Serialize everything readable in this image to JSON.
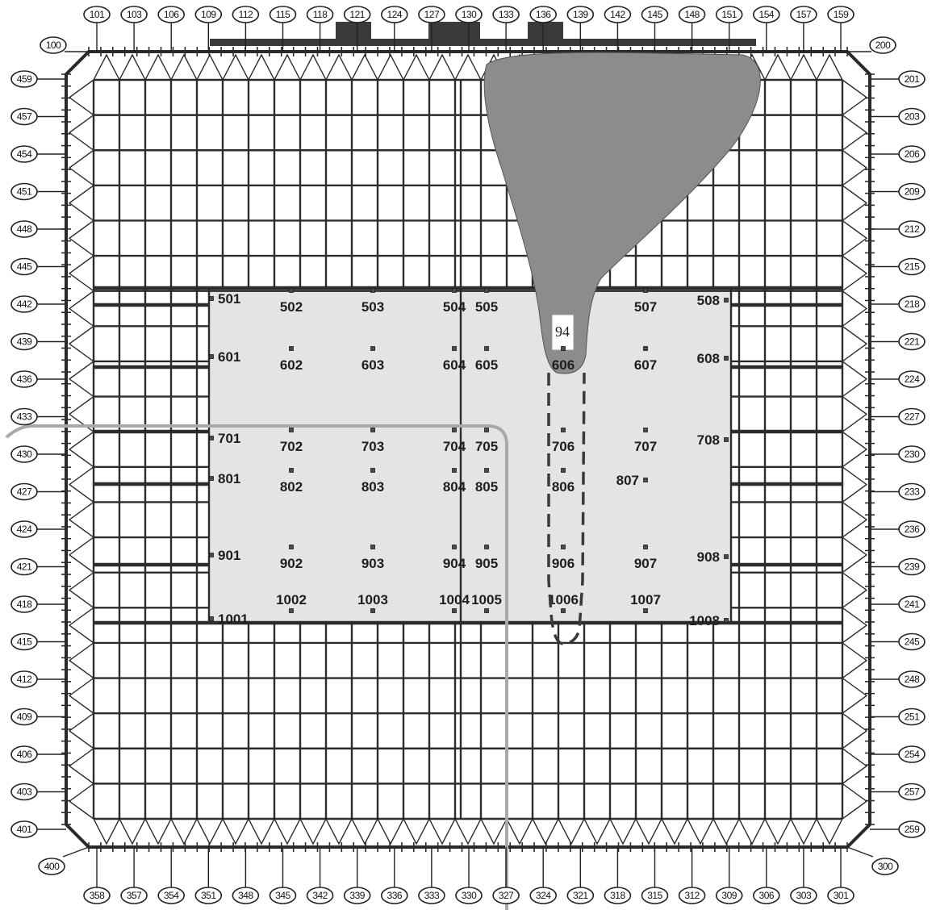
{
  "top_labels": [
    "101",
    "103",
    "106",
    "109",
    "112",
    "115",
    "118",
    "121",
    "124",
    "127",
    "130",
    "133",
    "136",
    "139",
    "142",
    "145",
    "148",
    "151",
    "154",
    "157",
    "159"
  ],
  "right_labels": [
    "201",
    "203",
    "206",
    "209",
    "212",
    "215",
    "218",
    "221",
    "224",
    "227",
    "230",
    "233",
    "236",
    "239",
    "241",
    "245",
    "248",
    "251",
    "254",
    "257",
    "259"
  ],
  "bottom_labels": [
    "358",
    "357",
    "354",
    "351",
    "348",
    "345",
    "342",
    "339",
    "336",
    "333",
    "330",
    "327",
    "324",
    "321",
    "318",
    "315",
    "312",
    "309",
    "306",
    "303",
    "301"
  ],
  "left_labels": [
    "459",
    "457",
    "454",
    "451",
    "448",
    "445",
    "442",
    "439",
    "436",
    "433",
    "430",
    "427",
    "424",
    "421",
    "418",
    "415",
    "412",
    "409",
    "406",
    "403",
    "401"
  ],
  "corner_labels": {
    "top_left": "100",
    "top_right": "200",
    "bottom_right": "300",
    "bottom_left": "400"
  },
  "panel_points": [
    {
      "id": "501",
      "side": "right"
    },
    {
      "id": "502",
      "side": "below"
    },
    {
      "id": "503",
      "side": "below"
    },
    {
      "id": "504",
      "side": "below"
    },
    {
      "id": "505",
      "side": "below"
    },
    {
      "id": "507",
      "side": "below"
    },
    {
      "id": "508",
      "side": "left"
    },
    {
      "id": "601",
      "side": "right"
    },
    {
      "id": "602",
      "side": "below"
    },
    {
      "id": "603",
      "side": "below"
    },
    {
      "id": "604",
      "side": "below"
    },
    {
      "id": "605",
      "side": "below"
    },
    {
      "id": "606",
      "side": "below"
    },
    {
      "id": "607",
      "side": "below"
    },
    {
      "id": "608",
      "side": "left"
    },
    {
      "id": "701",
      "side": "right"
    },
    {
      "id": "702",
      "side": "below"
    },
    {
      "id": "703",
      "side": "below"
    },
    {
      "id": "704",
      "side": "below"
    },
    {
      "id": "705",
      "side": "below"
    },
    {
      "id": "706",
      "side": "below"
    },
    {
      "id": "707",
      "side": "below"
    },
    {
      "id": "708",
      "side": "left"
    },
    {
      "id": "801",
      "side": "right"
    },
    {
      "id": "802",
      "side": "below"
    },
    {
      "id": "803",
      "side": "below"
    },
    {
      "id": "804",
      "side": "below"
    },
    {
      "id": "805",
      "side": "below"
    },
    {
      "id": "806",
      "side": "below"
    },
    {
      "id": "807",
      "side": "left"
    },
    {
      "id": "901",
      "side": "right"
    },
    {
      "id": "902",
      "side": "below"
    },
    {
      "id": "903",
      "side": "below"
    },
    {
      "id": "904",
      "side": "below"
    },
    {
      "id": "905",
      "side": "below"
    },
    {
      "id": "906",
      "side": "below"
    },
    {
      "id": "907",
      "side": "below"
    },
    {
      "id": "908",
      "side": "left"
    },
    {
      "id": "1001",
      "side": "right"
    },
    {
      "id": "1002",
      "side": "above"
    },
    {
      "id": "1003",
      "side": "above"
    },
    {
      "id": "1004",
      "side": "above"
    },
    {
      "id": "1005",
      "side": "above"
    },
    {
      "id": "1006",
      "side": "above"
    },
    {
      "id": "1007",
      "side": "above"
    },
    {
      "id": "1008",
      "side": "left"
    }
  ],
  "callout": "94",
  "colors": {
    "line": "#2c2c2c",
    "panel": "#e4e4e4",
    "crack": "#8c8c8c",
    "outline": "#a9a9a9"
  }
}
